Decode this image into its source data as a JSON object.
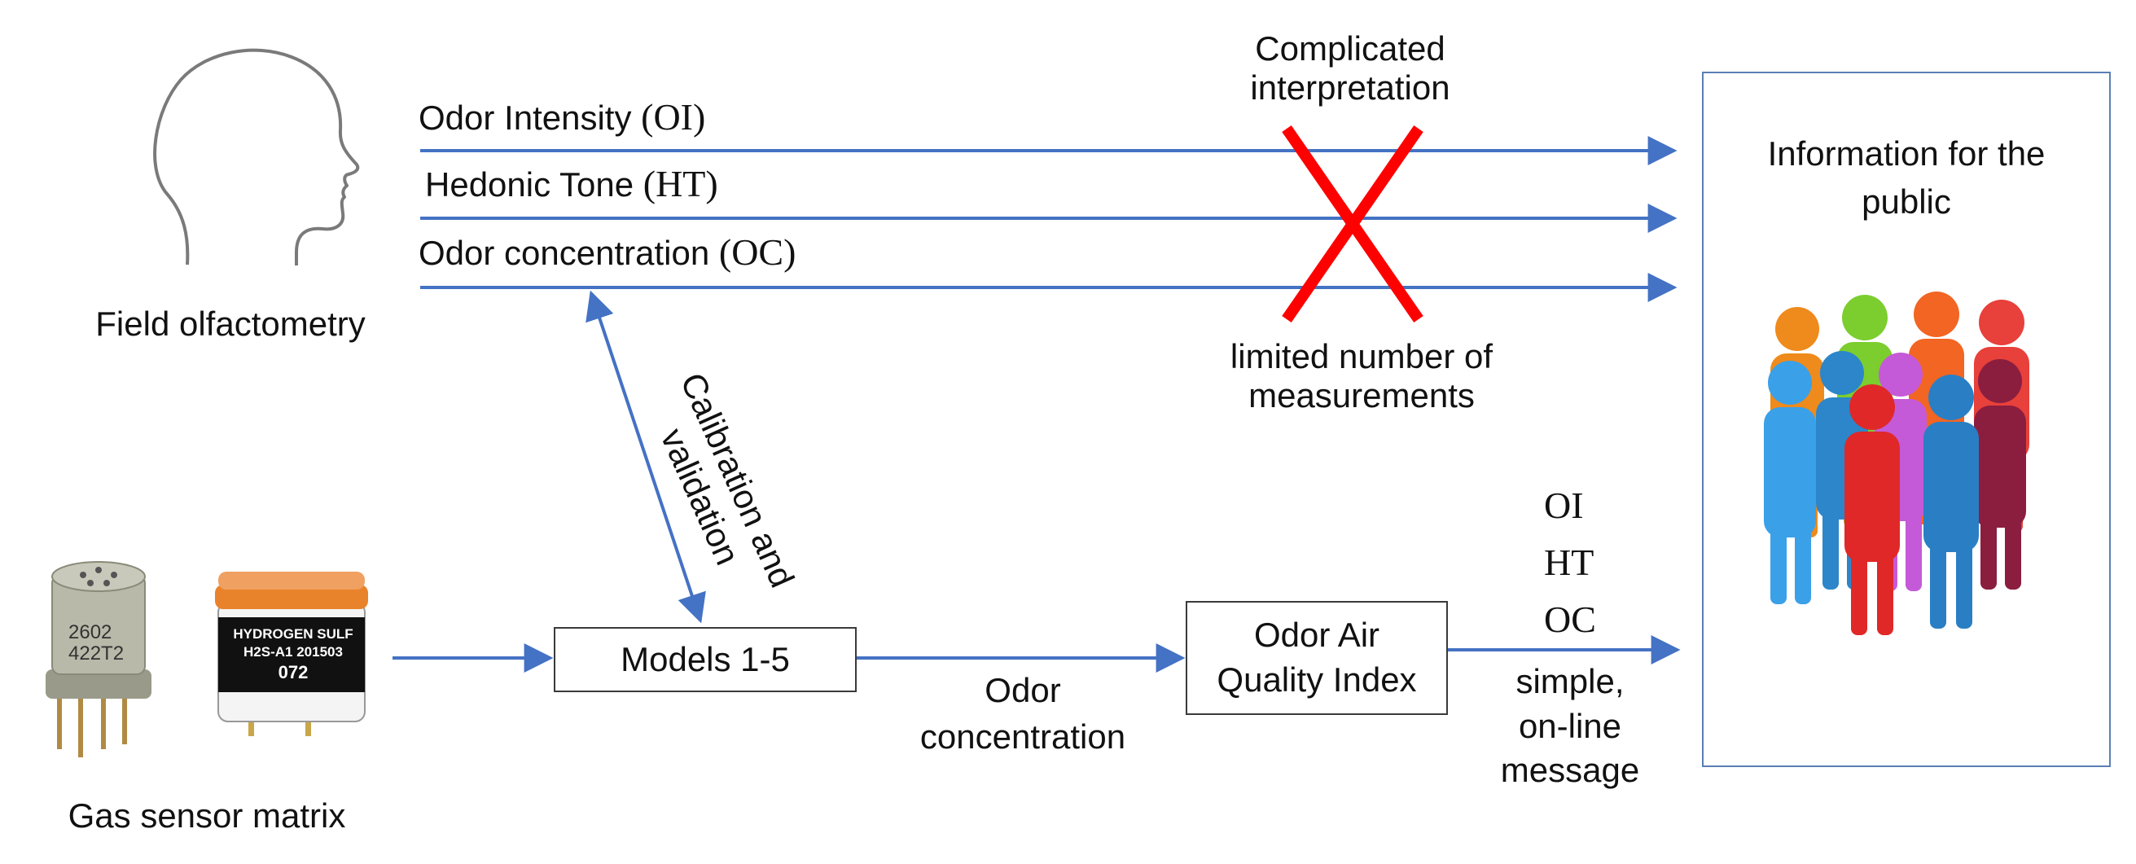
{
  "inputs": {
    "field_olfactometry": "Field olfactometry",
    "gas_sensor_matrix": "Gas sensor matrix",
    "sensor1_label_line1": "2602",
    "sensor1_label_line2": "422T2",
    "sensor2_label_line1": "HYDROGEN SULF",
    "sensor2_label_line2": "H2S-A1 201503",
    "sensor2_label_line3": "072"
  },
  "measures": {
    "oi_name": "Odor Intensity",
    "oi_abbr": "(OI)",
    "ht_name": "Hedonic Tone",
    "ht_abbr": "(HT)",
    "oc_name": "Odor concentration",
    "oc_abbr": "(OC)"
  },
  "annotations": {
    "complicated_line1": "Complicated",
    "complicated_line2": "interpretation",
    "limited_line1": "limited number of",
    "limited_line2": "measurements",
    "calibration_line1": "Calibration and",
    "calibration_line2": "validation",
    "odor_conc_line1": "Odor",
    "odor_conc_line2": "concentration",
    "simple_line1": "simple,",
    "simple_line2": "on-line",
    "simple_line3": "message"
  },
  "boxes": {
    "models": "Models 1-5",
    "aqi_line1": "Odor Air",
    "aqi_line2": "Quality Index"
  },
  "outputs": {
    "oi": "OI",
    "ht": "HT",
    "oc": "OC"
  },
  "public_panel": {
    "title_line1": "Information for the",
    "title_line2": "public"
  },
  "colors": {
    "arrow": "#4472c4",
    "cross": "#ff0000",
    "people": [
      "#ef8a1c",
      "#7ccd2e",
      "#f26522",
      "#e8403a",
      "#2c86c9",
      "#c45ad8",
      "#8b1e3f",
      "#e02828",
      "#2a7fc4",
      "#3aa0e8"
    ]
  }
}
